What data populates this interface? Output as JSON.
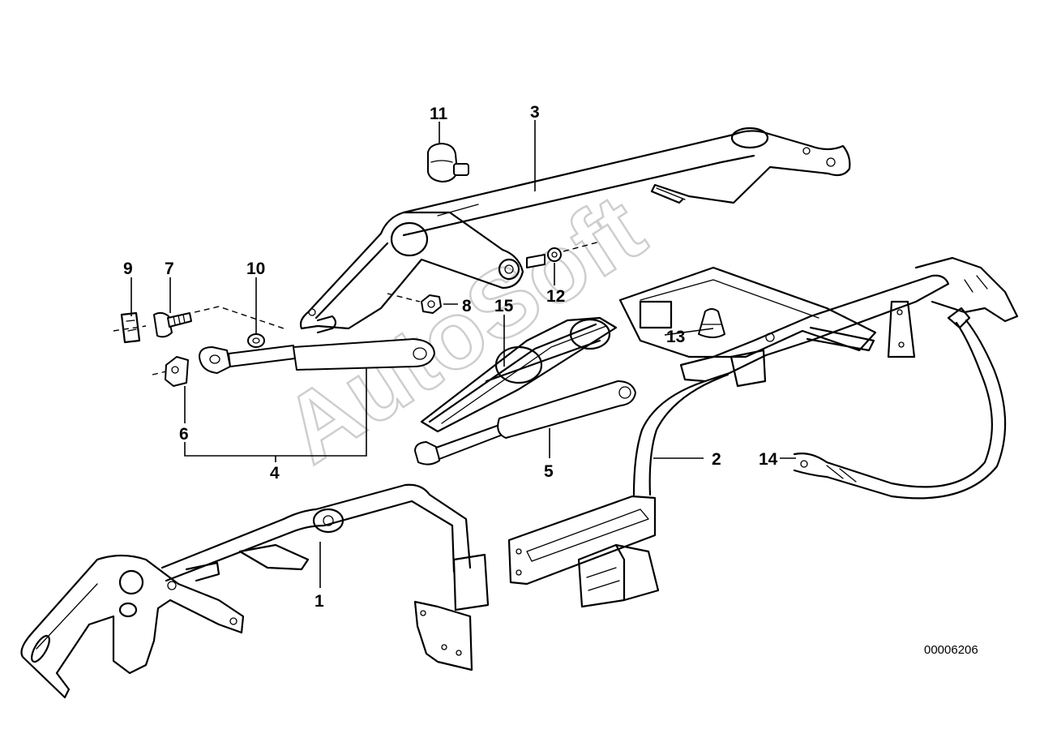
{
  "diagram": {
    "watermark": "AutoSoft",
    "reference_number": "00006206",
    "callouts": {
      "c1": "1",
      "c2": "2",
      "c3": "3",
      "c4": "4",
      "c5": "5",
      "c6": "6",
      "c7": "7",
      "c8": "8",
      "c9": "9",
      "c10": "10",
      "c11": "11",
      "c12": "12",
      "c13": "13",
      "c14": "14",
      "c15": "15"
    }
  }
}
